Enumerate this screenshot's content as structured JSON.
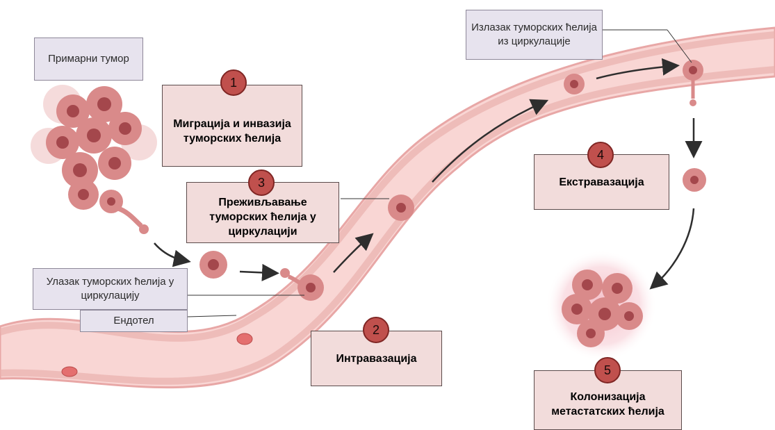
{
  "labels": {
    "primary_tumor": "Примарни тумор",
    "intravasation_entry": "Улазак туморских ћелија у циркулацију",
    "endothelium": "Ендотел",
    "extravasation_exit": "Излазак туморских ћелија из циркулације"
  },
  "steps": [
    {
      "number": "1",
      "text": "Миграција и инвазија туморских ћелија"
    },
    {
      "number": "2",
      "text": "Интравазација"
    },
    {
      "number": "3",
      "text": "Преживљавање туморских ћелија у циркулацији"
    },
    {
      "number": "4",
      "text": "Екстравазација"
    },
    {
      "number": "5",
      "text": "Колонизација метастатских ћелија"
    }
  ],
  "colors": {
    "vessel": "#f9d6d4",
    "vessel_wall": "#e8a7a6",
    "cell_fill": "#d98a8a",
    "cell_nucleus": "#a4474c",
    "step_box": "#f2dcdb",
    "number_badge": "#c0504d",
    "label_box": "#e7e3ee"
  }
}
